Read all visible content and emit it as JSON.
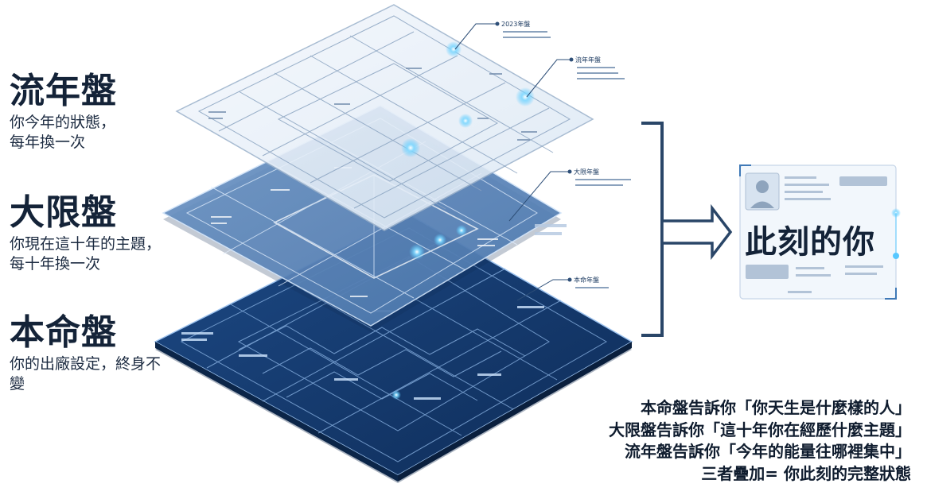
{
  "layers": [
    {
      "title": "流年盤",
      "desc_lines": [
        "你今年的狀態，",
        "每年換一次"
      ]
    },
    {
      "title": "大限盤",
      "desc_lines": [
        "你現在這十年的主題，",
        "每十年換一次"
      ]
    },
    {
      "title": "本命盤",
      "desc_lines": [
        "你的出廠設定，終身不",
        "變"
      ]
    }
  ],
  "callouts": {
    "year_2023": "2023年盤",
    "liunian": "流年年盤",
    "daxian": "大限年盤",
    "benming": "本命年盤"
  },
  "result": {
    "title": "此刻的你"
  },
  "summary_lines": [
    "本命盤告訴你「你天生是什麼樣的人」",
    "大限盤告訴你「這十年你在經歷什麼主題」",
    "流年盤告訴你「今年的能量往哪裡集中」",
    "三者疊加= 你此刻的完整狀態"
  ],
  "colors": {
    "top_layer": "#eef4fb",
    "middle_layer": "#5c86b8",
    "bottom_layer": "#183e72",
    "accent_glow": "#58c8ff",
    "text_dark": "#142338"
  }
}
